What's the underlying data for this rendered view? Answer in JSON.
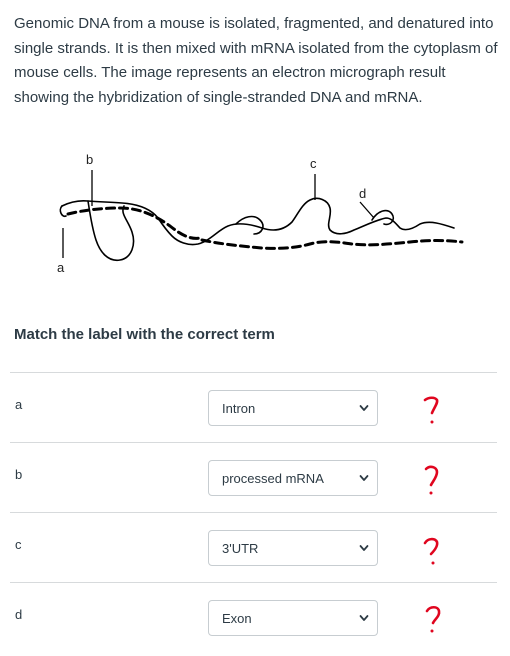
{
  "question": {
    "text": "Genomic DNA from a mouse is isolated, fragmented, and denatured into single strands. It is then mixed with mRNA isolated from the cytoplasm of mouse cells. The image represents an electron micrograph result showing the hybridization of single-stranded DNA and mRNA."
  },
  "figure": {
    "labels": {
      "a": "a",
      "b": "b",
      "c": "c",
      "d": "d"
    }
  },
  "instructions": "Match the label with the correct term",
  "matches": [
    {
      "label": "a",
      "selected": "Intron"
    },
    {
      "label": "b",
      "selected": "processed mRNA"
    },
    {
      "label": "c",
      "selected": "3'UTR"
    },
    {
      "label": "d",
      "selected": "Exon"
    }
  ],
  "colors": {
    "text": "#2d3b45",
    "border": "#c7cdd1",
    "divider": "#d7dadc",
    "incorrect_mark": "#e0061f"
  },
  "icons": {
    "dropdown": "chevron-down-icon",
    "mark": "question-mark-icon"
  }
}
